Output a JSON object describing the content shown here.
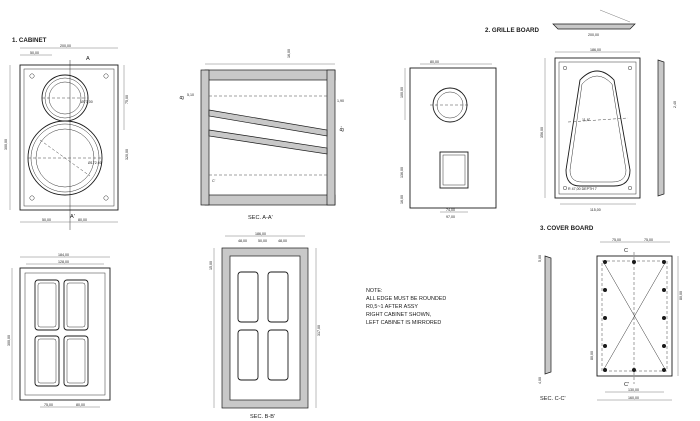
{
  "titles": {
    "cabinet": "1. CABINET",
    "grille": "2. GRILLE BOARD",
    "cover": "3. COVER BOARD",
    "sec_aa": "SEC. A-A'",
    "sec_bb": "SEC. B-B'",
    "sec_cc": "SEC. C-C'"
  },
  "markers": {
    "a_top": "A",
    "a_bottom": "A'",
    "b": "B",
    "b_prime": "B'",
    "c": "C",
    "c_prime": "C'"
  },
  "note": {
    "heading": "NOTE:",
    "lines": [
      "ALL EDGE MUST BE ROUNDED",
      "R0,5~1 AFTER ASSY",
      "RIGHT CABINET SHOWN,",
      "LEFT CABINET IS MIRRORED"
    ]
  },
  "dims": {
    "cab_width": "200,00",
    "cab_half": "50,00",
    "cab_height": "300,00",
    "cab_tweeter": "Ø77,00",
    "cab_woofer": "Ø172,00",
    "cab_bot_left": "50,00",
    "cab_bot_right": "80,00",
    "cab_side": "75,00",
    "cab_side2": "320,00",
    "sec_top": "16,00",
    "sec_left": "5,10",
    "sec_right": "1,90",
    "grille_top": "80,00",
    "grille_left": "100,00",
    "grille_b1": "74,00",
    "grille_b2": "97,00",
    "grille_side": "16,00",
    "grille_h": "136,00",
    "gb_top": "200,00",
    "gb_w": "186,00",
    "gb_h": "356,00",
    "gb_r": "R 47,00 DEPTH 7",
    "gb_bottom": "115,00",
    "gb_angle": "11,8°",
    "gb_side": "2,40",
    "front_w": "184,00",
    "front_w2": "128,00",
    "front_b": "75,00",
    "front_b2": "80,00",
    "bb_top": "186,00",
    "bb_a": "48,00",
    "bb_b": "50,00",
    "bb_c": "48,00",
    "bb_right": "317,00",
    "bb_left": "15,00",
    "cc_top1": "75,00",
    "cc_top2": "75,00",
    "cc_bot1": "130,00",
    "cc_bot2": "160,00",
    "cc_side1": "80,00",
    "cc_side2": "80,00",
    "cc_left": "5,00",
    "cc_left2": "4,00"
  }
}
